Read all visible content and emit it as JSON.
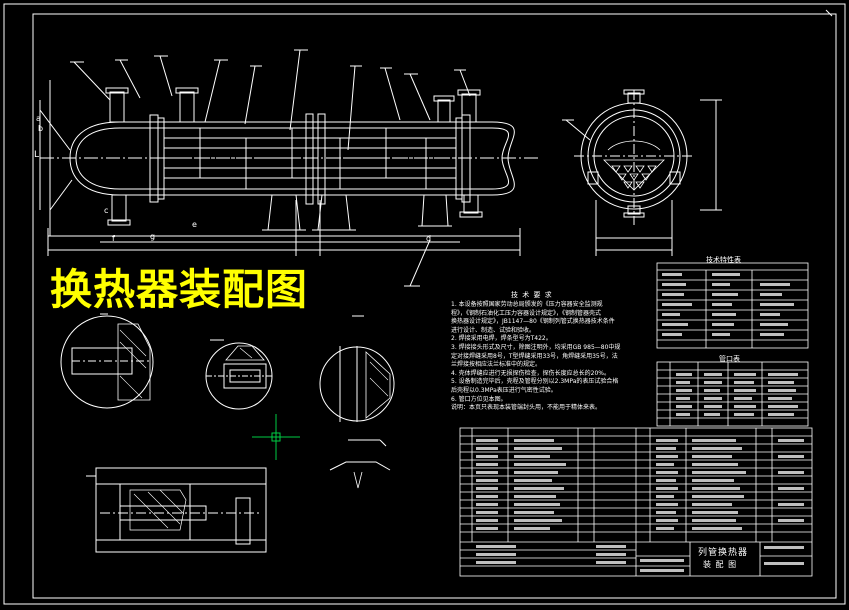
{
  "overlay_title": "换热器装配图",
  "tables": {
    "tech_characteristics": "技术特性表",
    "nozzle_table": "管口表",
    "title_block_name": "列管换热器",
    "title_block_type": "装 配 图"
  },
  "tech_requirements": {
    "heading": "技 术 要 求",
    "lines": [
      "1. 本设备按照国家劳动总局颁发的《压力容器安全监测规",
      "程》，《钢制石油化工压力容器设计规定》，《钢制管器壳式",
      "换热器设计规定》，JB1147—80《钢制列管式换热器技术条件",
      "进行设计、制造、试验和验收。",
      "2. 焊接采用电焊，焊条型号为T422。",
      "3. 焊接接头形式及尺寸，除图注明外，均采用GB 985—80中规",
      "定对接焊缝采用8号，T型焊缝采用33号，角焊缝采用35号，法",
      "兰焊接按相应法兰标准中的规定。",
      "4. 壳体焊缝应进行无损探伤检查，探伤长度应总长的20%。",
      "5. 设备制造完毕后，壳程及管程分别以2.3MPa的表压试验合格",
      "后壳程以0.3MPa表压进行气密性试验。",
      "6. 管口方位见本图。",
      "说明：本页只表现本装管端封头用，不能用于精体来表。"
    ]
  },
  "markers": {
    "a": "a",
    "b": "b",
    "c": "c",
    "d": "d",
    "e": "e",
    "f": "f",
    "g": "g",
    "L": "L"
  }
}
